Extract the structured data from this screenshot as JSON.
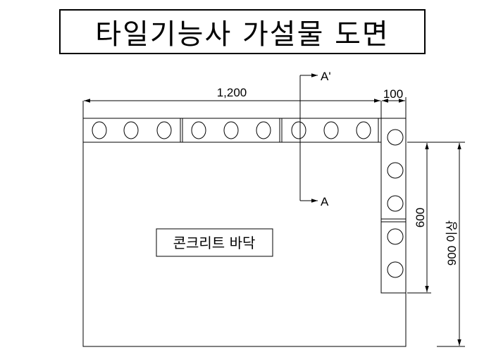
{
  "title": "타일기능사 가설물 도면",
  "dimensions": {
    "top_width": "1,200",
    "side_width": "100",
    "height_600": "600",
    "height_900": "900 이상"
  },
  "section_marks": {
    "top": "A'",
    "bottom": "A"
  },
  "floor_label": "콘크리트 바닥"
}
